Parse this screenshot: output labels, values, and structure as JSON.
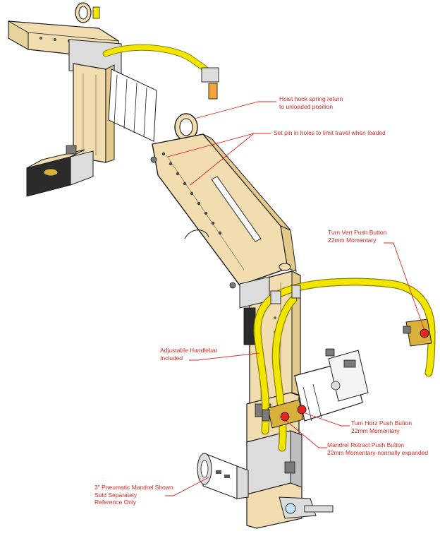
{
  "colors": {
    "callout": "#e8231c",
    "hose": "#f2e600",
    "hose_edge": "#8a8000",
    "tan_body": "#f1ddb0",
    "tan_edge": "#6b5a33",
    "metal": "#dcdcdc",
    "metal_dark": "#7a7a7a",
    "outline": "#1c1c1c",
    "button_red": "#e8231c",
    "gold": "#d9b03a"
  },
  "callouts": {
    "hoist_hook": {
      "line1": "Hoist hook spring return",
      "line2": "to unloaded position"
    },
    "set_pin": {
      "line1": "Set pin in holes to limit travel when loaded"
    },
    "turn_vert": {
      "line1": "Turn Vert Push Button",
      "line2": "22mm Momentary"
    },
    "handlebar": {
      "line1": "Adjustable Handlebar",
      "line2": "Included"
    },
    "turn_horz": {
      "line1": "Turn Horz Push Button",
      "line2": "22mm Momentary"
    },
    "mandrel_retract": {
      "line1": "Mandrel Retract Push Button",
      "line2": "22mm Momentary-normally expanded"
    },
    "pneumatic_mandrel": {
      "line1": "3\" Pneumatic Mandrel Shown",
      "line2": "Sold Separately",
      "line3": "Reference Only"
    }
  },
  "components": [
    "hoist-hook",
    "arm-body",
    "pin-holes",
    "vertical-column",
    "handlebar-hose",
    "turn-vert-button",
    "turn-horz-button",
    "mandrel-retract-button",
    "pneumatic-mandrel",
    "air-cylinder",
    "base-block"
  ]
}
